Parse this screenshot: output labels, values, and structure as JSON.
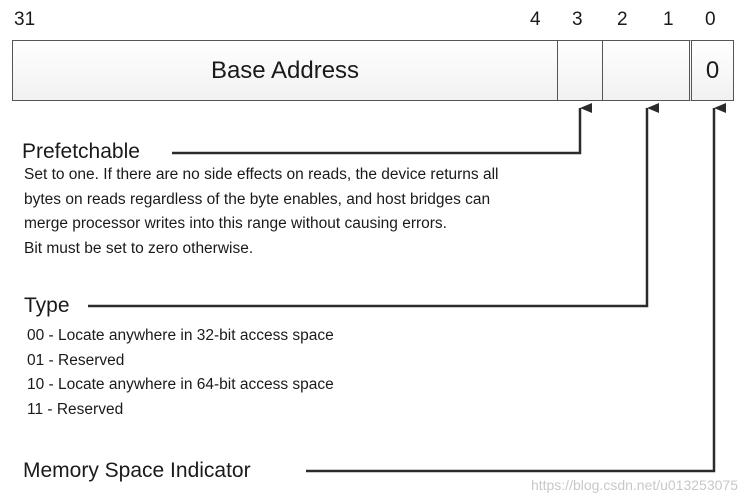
{
  "register": {
    "bit_labels": [
      "31",
      "4",
      "3",
      "2",
      "1",
      "0"
    ],
    "base_address_label": "Base Address",
    "bit0_value": "0"
  },
  "prefetchable": {
    "title": "Prefetchable",
    "lines": [
      "Set to one. If there are no side effects on reads, the device returns all",
      "bytes on reads regardless of the byte enables, and host bridges can",
      "merge processor writes into this range without causing errors.",
      "Bit must be set to zero otherwise."
    ]
  },
  "type": {
    "title": "Type",
    "lines": [
      "00 - Locate anywhere in 32-bit access space",
      "01 - Reserved",
      "10 - Locate anywhere in 64-bit access space",
      "11 - Reserved"
    ]
  },
  "memory_space": {
    "title": "Memory Space Indicator"
  },
  "watermark": "https://blog.csdn.net/u013253075"
}
